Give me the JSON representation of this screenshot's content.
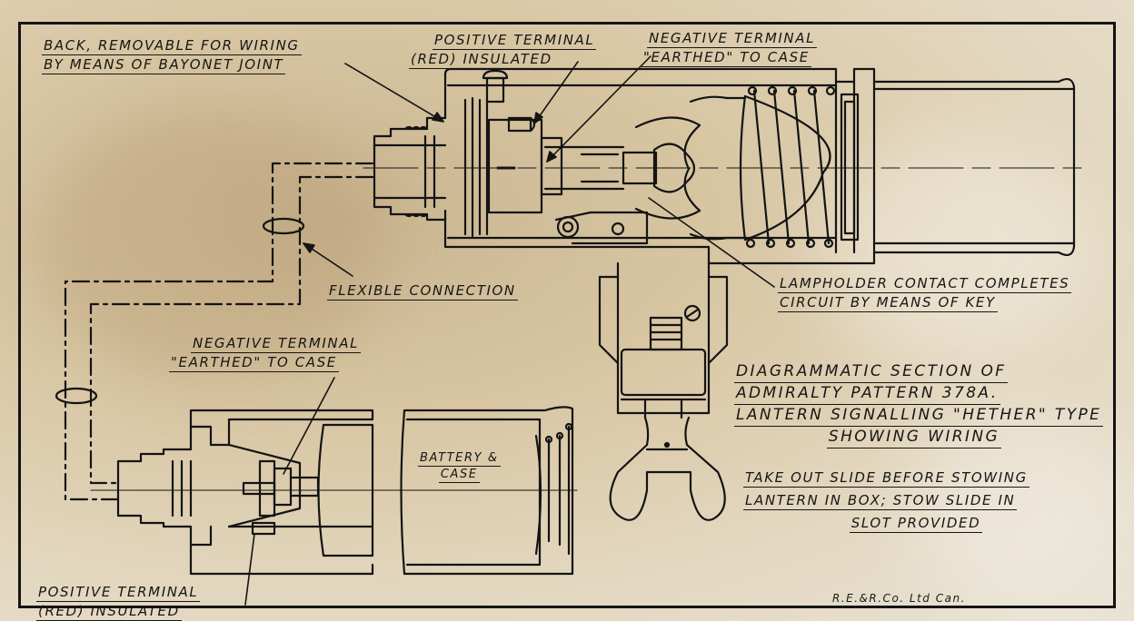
{
  "colors": {
    "ink": "#141414",
    "paper_light": "#e9e3d6",
    "paper_dark": "#c9b48f"
  },
  "title": {
    "lines": [
      "Diagrammatic Section of",
      "Admiralty Pattern 378A.",
      "Lantern Signalling \"Hether\" Type",
      "Showing Wiring"
    ]
  },
  "note": {
    "lines": [
      "Take out Slide before Stowing",
      "Lantern in Box; Stow Slide in",
      "Slot Provided"
    ]
  },
  "labels": {
    "back_removable": [
      "Back, Removable for Wiring",
      "by means of Bayonet Joint"
    ],
    "positive_terminal_top": [
      "Positive Terminal",
      "(Red) Insulated"
    ],
    "negative_terminal_top": [
      "Negative Terminal",
      "\"Earthed\" to Case"
    ],
    "lampholder_contact": [
      "Lampholder Contact Completes",
      "Circuit by Means of Key"
    ],
    "flexible_connection": "Flexible Connection",
    "negative_terminal_bottom": [
      "Negative Terminal",
      "\"Earthed\" to Case"
    ],
    "positive_terminal_bottom": [
      "Positive Terminal",
      "(Red) Insulated"
    ],
    "battery_case": [
      "Battery &",
      "Case"
    ]
  },
  "credit": "R.E.&R.Co. Ltd Can."
}
